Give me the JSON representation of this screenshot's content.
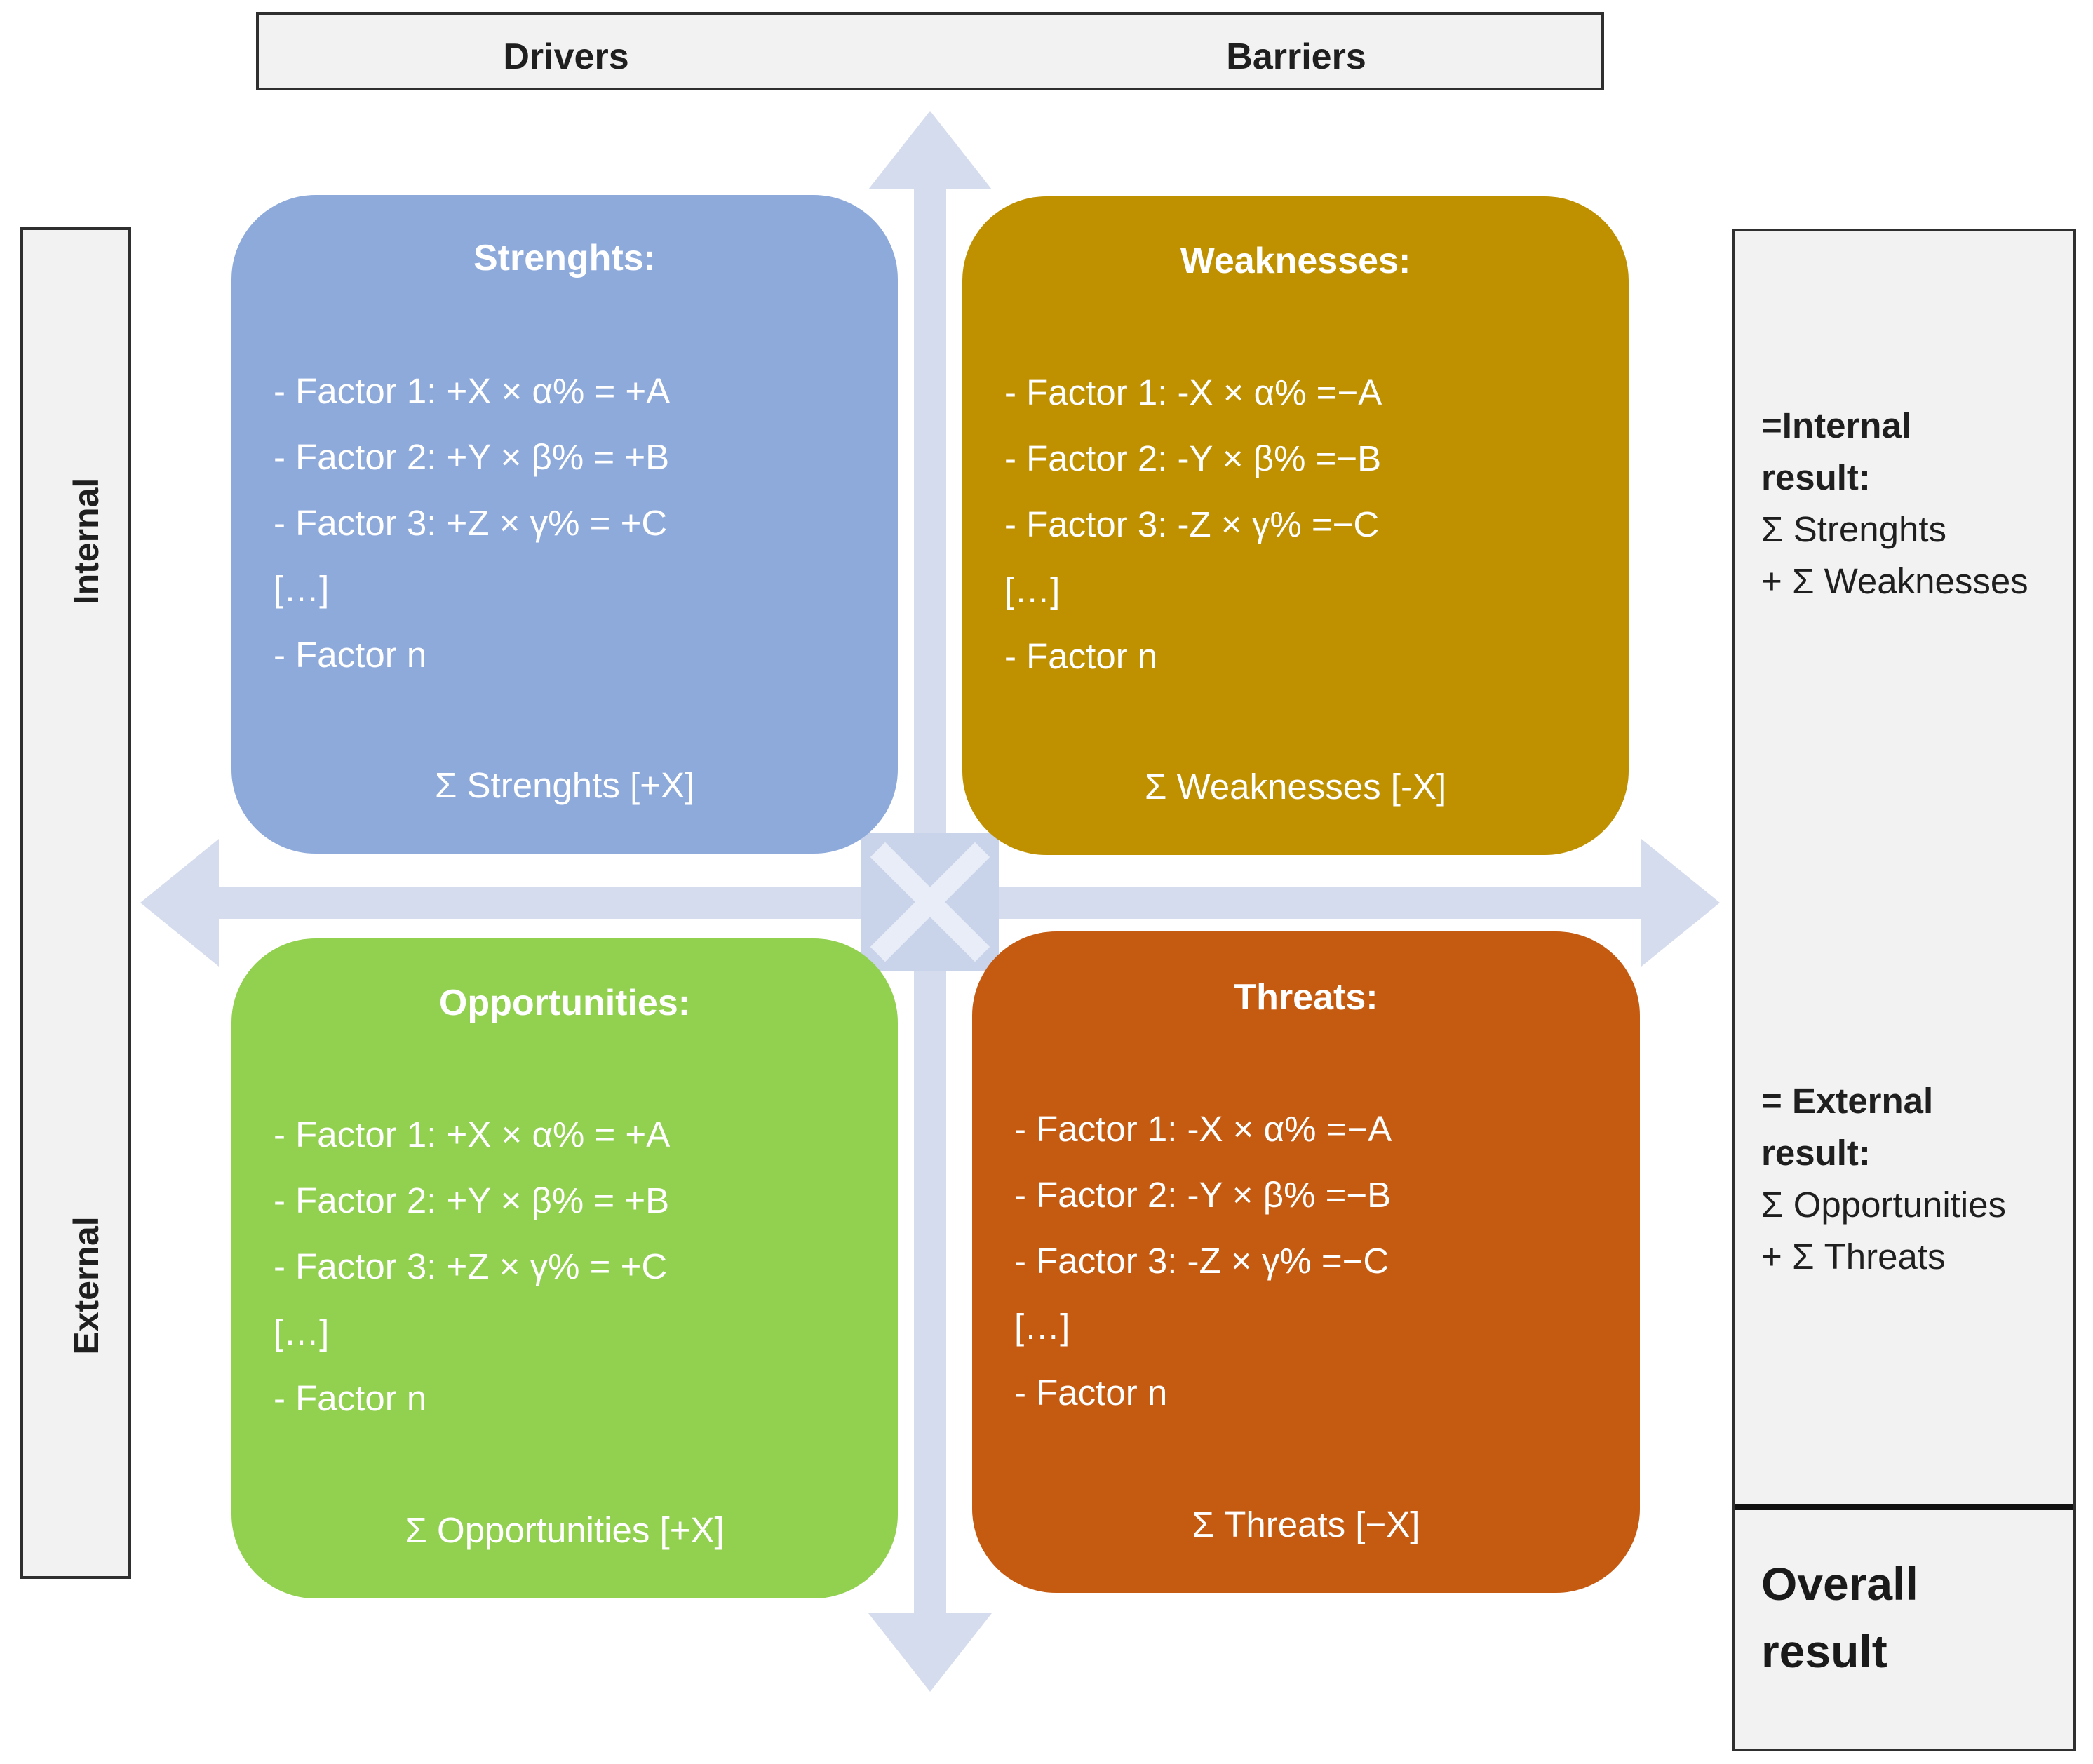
{
  "header": {
    "drivers": "Drivers",
    "barriers": "Barriers"
  },
  "left_labels": {
    "internal": "Internal",
    "external": "External"
  },
  "quadrants": {
    "strengths": {
      "title": "Strenghts:",
      "color": "#8eaadb",
      "factors": [
        "- Factor 1: +X × α% = +A",
        "- Factor 2: +Y × β% = +B",
        "- Factor 3: +Z × γ% = +C",
        "[…]",
        "- Factor n"
      ],
      "sum": "Σ Strenghts [+X]"
    },
    "weaknesses": {
      "title": "Weaknesses:",
      "color": "#bf9000",
      "factors": [
        "- Factor 1: -X × α% =−A",
        "- Factor 2: -Y × β% =−B",
        "- Factor 3: -Z × γ% =−C",
        "[…]",
        "- Factor n"
      ],
      "sum": "Σ Weaknesses  [-X]"
    },
    "opportunities": {
      "title": "Opportunities:",
      "color": "#92d050",
      "factors": [
        "- Factor 1: +X × α% = +A",
        "- Factor 2: +Y × β% = +B",
        "- Factor 3: +Z × γ% = +C",
        "[…]",
        "- Factor n"
      ],
      "sum": "Σ Opportunities [+X]"
    },
    "threats": {
      "title": "Threats:",
      "color": "#c55a11",
      "factors": [
        "- Factor 1: -X × α% =−A",
        "- Factor 2: -Y × β% =−B",
        "- Factor 3: -Z × γ% =−C",
        "[…]",
        "- Factor n"
      ],
      "sum": "Σ Threats [−X]"
    }
  },
  "right_panel": {
    "internal": {
      "title_1": "=Internal",
      "title_2": "result:",
      "line_1": "Σ Strenghts",
      "line_2": "+ Σ Weaknesses"
    },
    "external": {
      "title_1": "= External",
      "title_2": "result:",
      "line_1": "Σ Opportunities",
      "line_2": "+ Σ Threats"
    },
    "overall_1": "Overall",
    "overall_2": "result"
  },
  "axis_color": "#d5dcee"
}
